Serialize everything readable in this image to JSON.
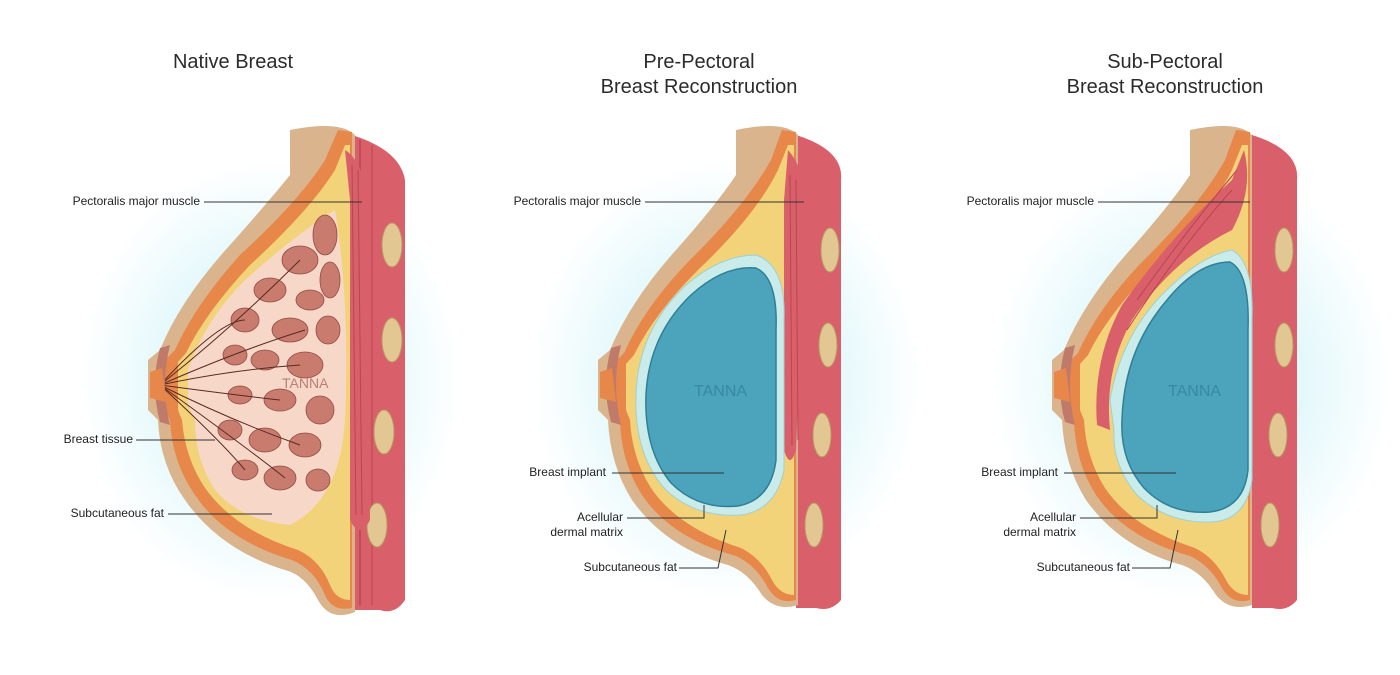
{
  "panels": [
    {
      "title": "Native Breast",
      "labels": {
        "muscle": "Pectoralis major muscle",
        "tissue": "Breast tissue",
        "fat": "Subcutaneous fat"
      },
      "watermark": "TANNA"
    },
    {
      "title": "Pre-Pectoral\nBreast Reconstruction",
      "labels": {
        "muscle": "Pectoralis major muscle",
        "implant": "Breast implant",
        "adm": "Acellular\ndermal matrix",
        "fat": "Subcutaneous fat"
      },
      "watermark": "TANNA"
    },
    {
      "title": "Sub-Pectoral\nBreast Reconstruction",
      "labels": {
        "muscle": "Pectoralis major muscle",
        "implant": "Breast implant",
        "adm": "Acellular\ndermal matrix",
        "fat": "Subcutaneous fat"
      },
      "watermark": "TANNA"
    }
  ],
  "colors": {
    "skin": "#d9b48c",
    "dermis": "#e8874a",
    "fat": "#f2d37a",
    "muscle": "#d9606a",
    "gland": "#c97b6e",
    "implant": "#4ba3bc",
    "glow": "#bfeff7"
  }
}
